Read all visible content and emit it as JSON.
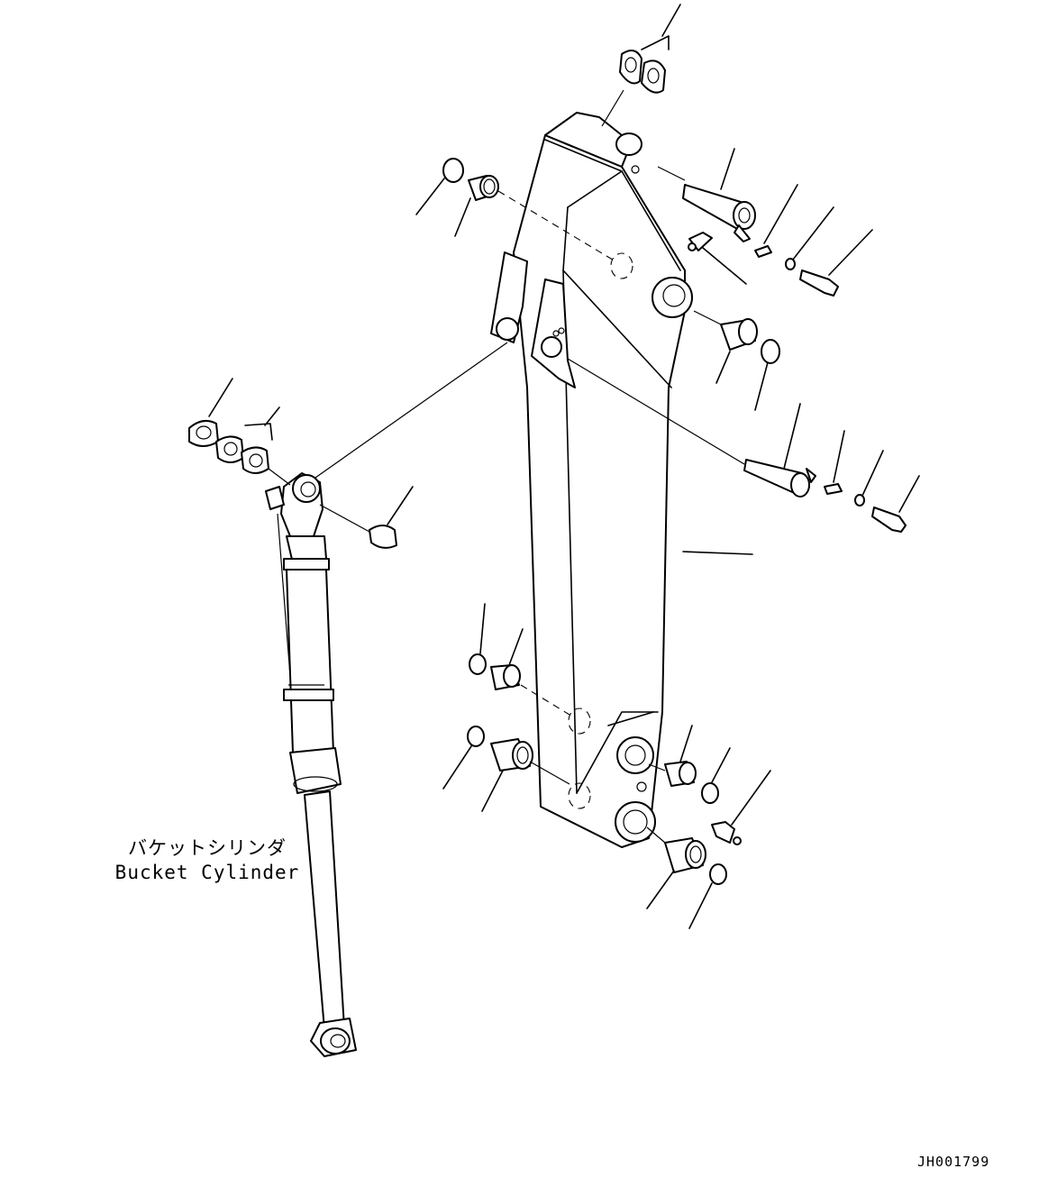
{
  "labels": {
    "bucket_cylinder_jp": "バケットシリンダ",
    "bucket_cylinder_en": "Bucket Cylinder",
    "drawing_code": "JH001799"
  }
}
